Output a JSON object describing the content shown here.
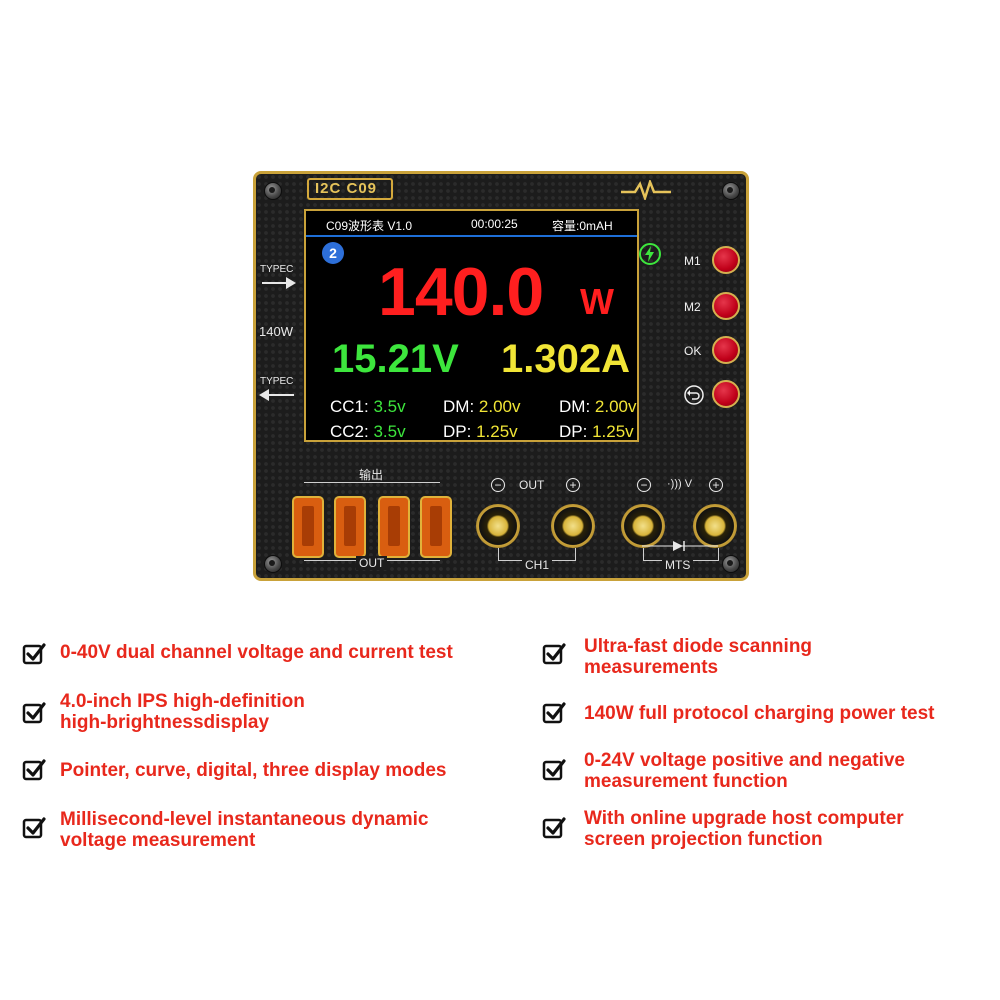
{
  "device": {
    "logo": "I2C C09",
    "screen": {
      "title": "C09波形表 V1.0",
      "time": "00:00:25",
      "capacity": "容量:0mAH",
      "channel_badge": "2",
      "power_value": "140.0",
      "power_unit": "W",
      "voltage": "15.21V",
      "current": "1.302A",
      "readings": [
        {
          "label": "CC1:",
          "value": "3.5v"
        },
        {
          "label": "CC2:",
          "value": "3.5v"
        },
        {
          "label": "DM:",
          "value": "2.00v"
        },
        {
          "label": "DP:",
          "value": "1.25v"
        },
        {
          "label": "DM:",
          "value": "2.00v"
        },
        {
          "label": "DP:",
          "value": "1.25v"
        }
      ]
    },
    "side": {
      "typec_in": "TYPEC",
      "power": "140W",
      "typec_out": "TYPEC"
    },
    "buttons": {
      "m1": "M1",
      "m2": "M2",
      "ok": "OK"
    },
    "ports": {
      "usb_top_label": "输出",
      "usb_bottom_label": "OUT",
      "ch1_top": "OUT",
      "ch1_bottom": "CH1",
      "mts_top": "·))) V",
      "mts_bottom": "MTS",
      "minus": "−",
      "plus": "+"
    }
  },
  "features": {
    "left": [
      [
        "0-40V dual channel voltage and current test"
      ],
      [
        "4.0-inch IPS high-definition",
        "high-brightnessdisplay"
      ],
      [
        "Pointer, curve, digital, three display modes"
      ],
      [
        "Millisecond-level instantaneous dynamic",
        "voltage measurement"
      ]
    ],
    "right": [
      [
        "Ultra-fast diode scanning",
        "measurements"
      ],
      [
        "140W full protocol charging power test"
      ],
      [
        "0-24V voltage positive and negative",
        "measurement function"
      ],
      [
        "With online upgrade host computer",
        "screen projection function"
      ]
    ]
  },
  "colors": {
    "accent": "#e8281c",
    "gold": "#c9a23a",
    "power_red": "#ff1f1f",
    "green": "#3de63d",
    "yellow": "#f1e536"
  }
}
